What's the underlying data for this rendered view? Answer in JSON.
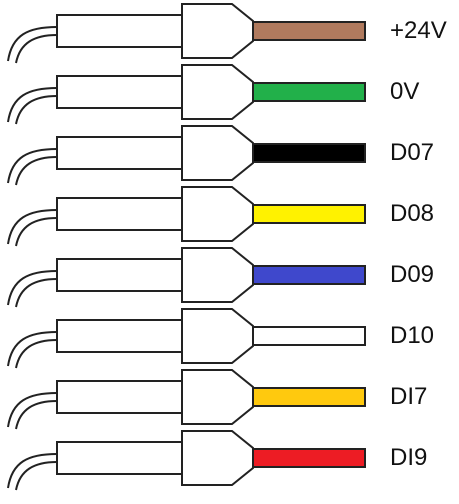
{
  "wires": [
    {
      "label": "+24V",
      "color": "#B07A5E"
    },
    {
      "label": "0V",
      "color": "#22B04A"
    },
    {
      "label": "D07",
      "color": "#000000"
    },
    {
      "label": "D08",
      "color": "#FFF200"
    },
    {
      "label": "D09",
      "color": "#3F48CC"
    },
    {
      "label": "D10",
      "color": "#FFFFFF"
    },
    {
      "label": "DI7",
      "color": "#FFC90E"
    },
    {
      "label": "DI9",
      "color": "#ED1C24"
    }
  ],
  "colors": {
    "outline": "#222222",
    "background": "#FFFFFF"
  }
}
